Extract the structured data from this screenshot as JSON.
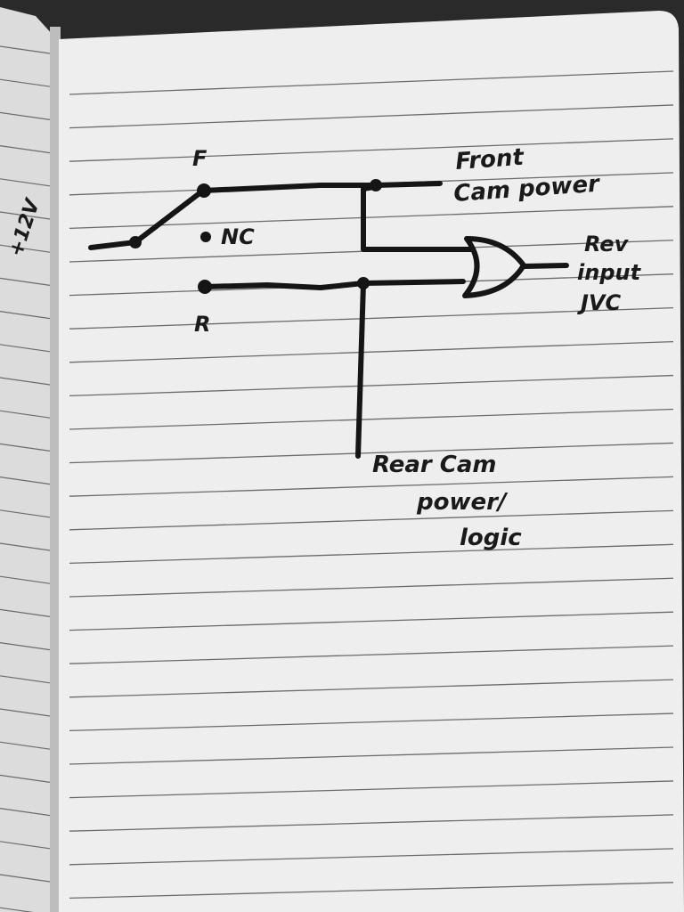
{
  "labels": {
    "supply": "+12V",
    "switch_front": "F",
    "switch_nc": "NC",
    "switch_rear": "R",
    "front_line1": "Front",
    "front_line2": "Cam power",
    "output_line1": "Rev",
    "output_line2": "input",
    "output_line3": "JVC",
    "rear_line1": "Rear Cam",
    "rear_line2": "power/",
    "rear_line3": "logic"
  },
  "colors": {
    "paper": "#ececec",
    "rule_line": "#6b6b6b",
    "ink": "#151515"
  }
}
